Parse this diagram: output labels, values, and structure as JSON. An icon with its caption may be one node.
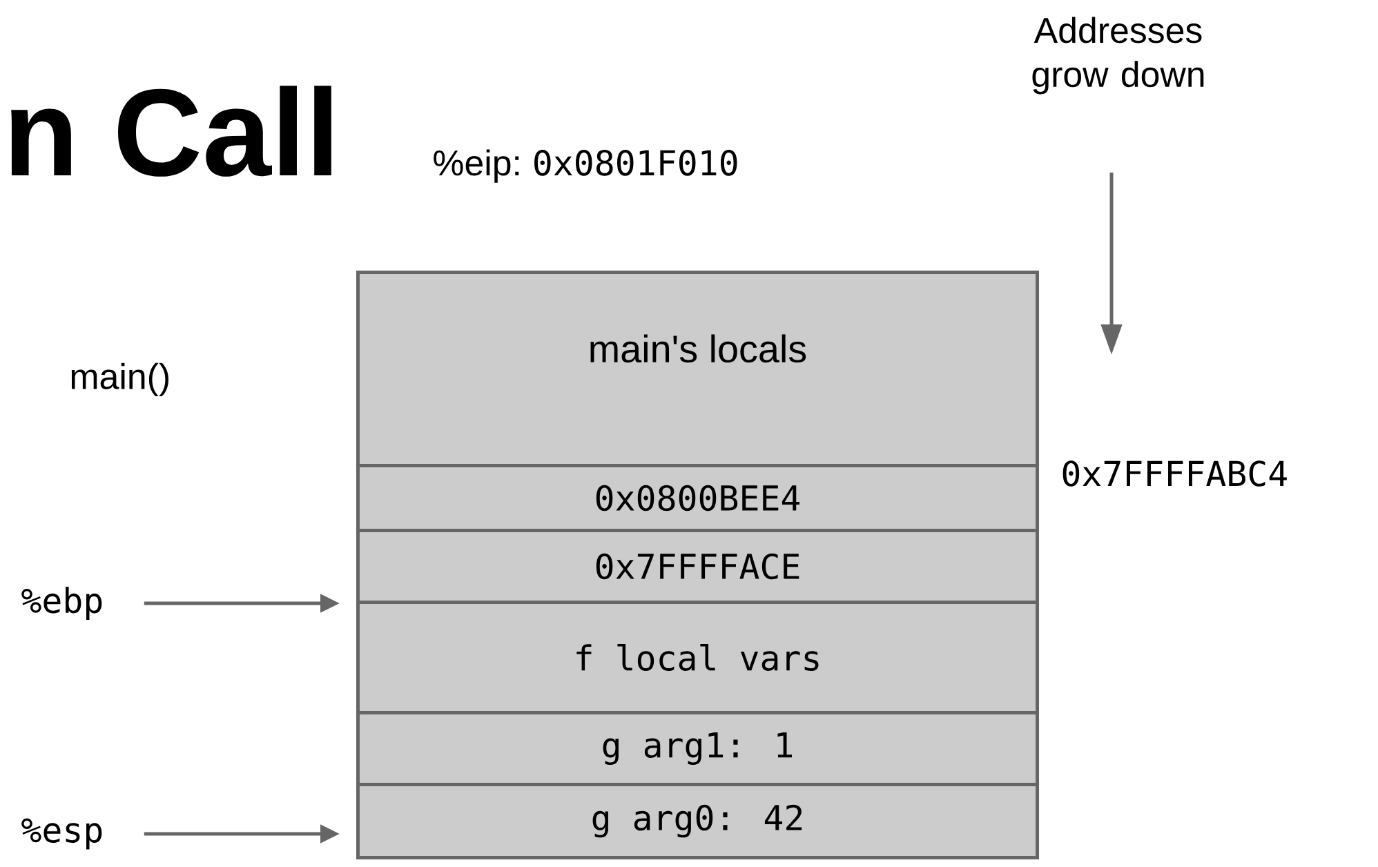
{
  "diagram": {
    "title": "n Call",
    "nodes": [
      {
        "text": [
          "main's locals"
        ]
      },
      {
        "text": [
          "0x0800BEE4"
        ]
      },
      {
        "text": [
          "0x7FFFFACE"
        ]
      },
      {
        "text": [
          "f local vars"
        ]
      },
      {
        "text": [
          "g arg1: 1"
        ]
      },
      {
        "text": [
          "g arg0: 42"
        ]
      },
      {
        "text": [
          "%ebp"
        ]
      },
      {
        "text": [
          "%esp"
        ]
      }
    ],
    "edges": [
      {
        "from": 6,
        "to": 2,
        "arrow": "to"
      },
      {
        "from": 7,
        "to": 5,
        "arrow": "to"
      }
    ],
    "labels": [
      "Addresses grow down",
      "%eip:",
      "0x0801F010",
      "main()",
      "0x7FFFFABC4"
    ]
  }
}
